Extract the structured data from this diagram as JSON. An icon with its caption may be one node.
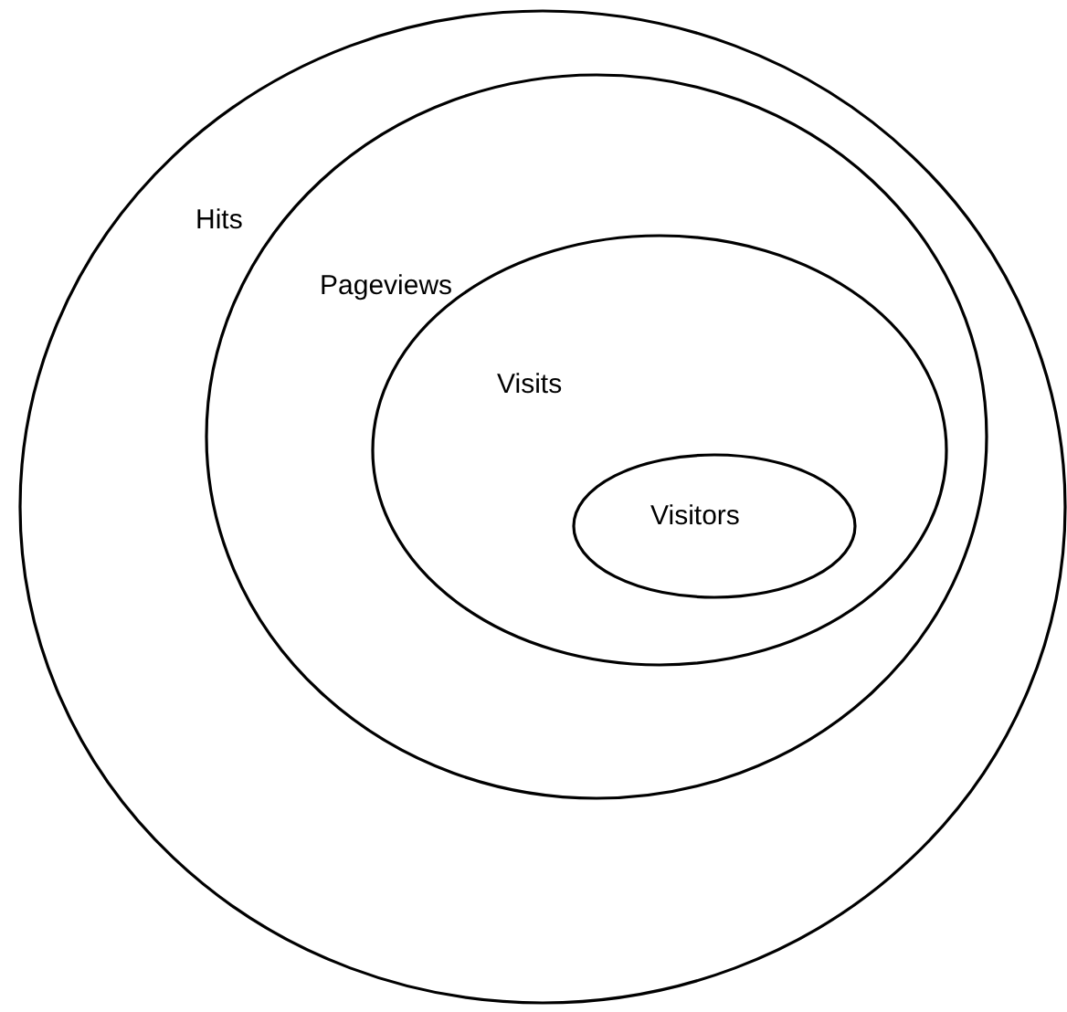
{
  "diagram": {
    "nodes": [
      {
        "text": [
          "Hits"
        ]
      },
      {
        "text": [
          "Pageviews"
        ],
        "in": 0
      },
      {
        "text": [
          "Visits"
        ],
        "in": 1
      },
      {
        "text": [
          "Visitors"
        ],
        "in": 2
      }
    ]
  }
}
